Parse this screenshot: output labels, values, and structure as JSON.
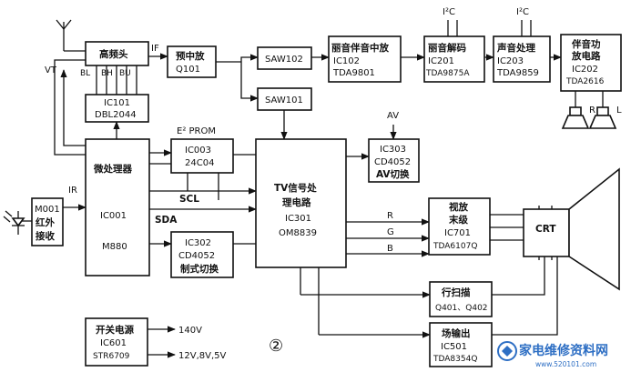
{
  "blocks": {
    "tuner": {
      "label": "高频头"
    },
    "tuner_pins": {
      "bl": "BL",
      "bh": "BH",
      "bu": "BU"
    },
    "vt": "VT",
    "if_label": "IF",
    "ic101": {
      "name": "IC101",
      "part": "DBL2044"
    },
    "preamp": {
      "line1": "预中放",
      "line2": "Q101"
    },
    "saw102": "SAW102",
    "saw101": "SAW101",
    "ic102": {
      "line1": "丽音伴音中放",
      "line2": "IC102",
      "line3": "TDA9801"
    },
    "ic201": {
      "line1": "丽音解码",
      "line2": "IC201",
      "line3": "TDA9875A"
    },
    "ic203": {
      "line1": "声音处理",
      "line2": "IC203",
      "line3": "TDA9859"
    },
    "ic202": {
      "line1": "伴音功",
      "line2": "放电路",
      "line3": "IC202",
      "line4": "TDA2616"
    },
    "i2c_1": "I²C",
    "i2c_2": "I²C",
    "speaker_r": "R",
    "speaker_l": "L",
    "mcu": {
      "line1": "微处理器",
      "line2": "IC001",
      "line3": "M880"
    },
    "ic003": {
      "title": "E² PROM",
      "line1": "IC003",
      "line2": "24C04"
    },
    "scl": "SCL",
    "sda": "SDA",
    "ir": "IR",
    "m001": {
      "line1": "M001",
      "line2": "红外",
      "line3": "接收"
    },
    "ic301": {
      "line1": "TV信号处",
      "line2": "理电路",
      "line3": "IC301",
      "line4": "OM8839"
    },
    "av": "AV",
    "ic303": {
      "line1": "IC303",
      "line2": "CD4052",
      "line3": "AV切换"
    },
    "ic302": {
      "line1": "IC302",
      "line2": "CD4052",
      "line3": "制式切换"
    },
    "rgb": {
      "r": "R",
      "g": "G",
      "b": "B"
    },
    "ic701": {
      "line1": "视放",
      "line2": "末级",
      "line3": "IC701",
      "line4": "TDA6107Q"
    },
    "crt": "CRT",
    "hscan": {
      "line1": "行扫描",
      "line2": "Q401、Q402"
    },
    "vout": {
      "line1": "场输出",
      "line2": "IC501",
      "line3": "TDA8354Q"
    },
    "psu": {
      "line1": "开关电源",
      "line2": "IC601",
      "line3": "STR6709"
    },
    "psu_out1": "140V",
    "psu_out2": "12V,8V,5V",
    "figure_number": "②",
    "watermark": {
      "main": "家电维修资料网",
      "url": "www.520101.com"
    }
  },
  "colors": {
    "ink": "#111111",
    "watermark": "#2e6fc4",
    "background": "#ffffff"
  }
}
